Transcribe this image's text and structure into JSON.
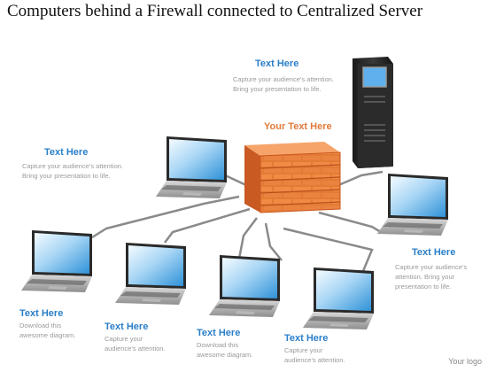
{
  "title": "Computers behind a Firewall connected to Centralized Server",
  "firewall_label": "Your Text Here",
  "blocks": [
    {
      "id": "server",
      "heading": "Text Here",
      "lines": [
        "Capture your audience's attention.",
        "Bring your presentation to life."
      ]
    },
    {
      "id": "left",
      "heading": "Text Here",
      "lines": [
        "Capture your  audience's attention.",
        "Bring your presentation to life."
      ]
    },
    {
      "id": "right",
      "heading": "Text Here",
      "lines": [
        "Capture your  audience's",
        "attention. Bring your",
        "presentation to life."
      ]
    },
    {
      "id": "b1",
      "heading": "Text Here",
      "lines": [
        "Download this",
        "awesome diagram."
      ]
    },
    {
      "id": "b2",
      "heading": "Text Here",
      "lines": [
        "Capture your",
        "audience's attention."
      ]
    },
    {
      "id": "b3",
      "heading": "Text Here",
      "lines": [
        "Download this",
        "awesome diagram."
      ]
    },
    {
      "id": "b4",
      "heading": "Text Here",
      "lines": [
        "Capture your",
        "audience's attention."
      ]
    }
  ],
  "logo": "Your logo",
  "colors": {
    "accent": "#2b7fc8",
    "brick": "#e07a3a",
    "cable": "#8a8a8a",
    "screen": "#3a9ee0"
  }
}
